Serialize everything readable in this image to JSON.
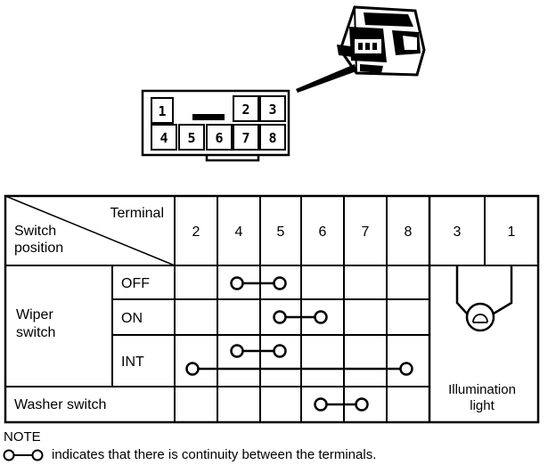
{
  "connector": {
    "top_row": [
      "1",
      "2",
      "3"
    ],
    "bottom_row": [
      "4",
      "5",
      "6",
      "7",
      "8"
    ]
  },
  "table": {
    "header_terminal": "Terminal",
    "header_switch_line1": "Switch",
    "header_switch_line2": "position",
    "terminals": [
      "2",
      "4",
      "5",
      "6",
      "7",
      "8",
      "3",
      "1"
    ],
    "wiper_label_line1": "Wiper",
    "wiper_label_line2": "switch",
    "wiper_positions": [
      "OFF",
      "ON",
      "INT"
    ],
    "washer_label": "Washer switch",
    "illumination_line1": "Illumination",
    "illumination_line2": "light"
  },
  "note": {
    "title": "NOTE",
    "text": "indicates that there is continuity between the terminals."
  }
}
